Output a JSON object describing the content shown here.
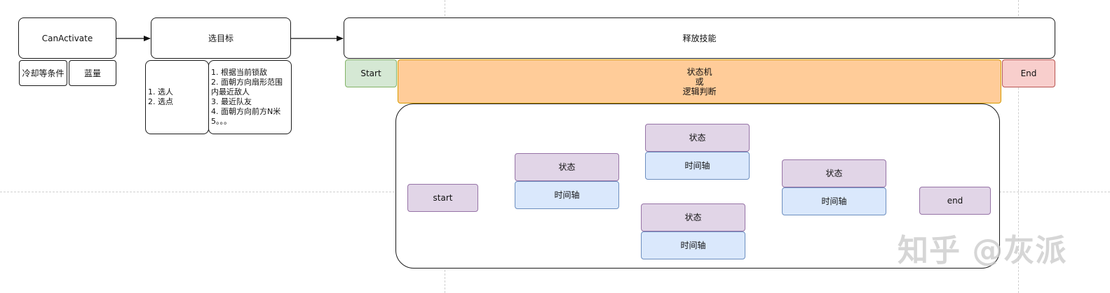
{
  "top_row": {
    "can_activate": "CanActivate",
    "cooldown": "冷却等条件",
    "mana": "蓝量",
    "select_target": "选目标",
    "release_skill": "释放技能"
  },
  "target_types": [
    "1. 选人",
    "2. 选点"
  ],
  "target_methods": [
    "1. 根据当前锁敌",
    "2. 面朝方向扇形范围内最近敌人",
    "3. 最近队友",
    "4. 面朝方向前方N米",
    "5。。。"
  ],
  "skill_bar": {
    "start": "Start",
    "logic": [
      "状态机",
      "或",
      "逻辑判断"
    ],
    "end": "End"
  },
  "state_machine": {
    "start": "start",
    "end": "end",
    "state_label": "状态",
    "timeline_label": "时间轴"
  },
  "watermark": "知乎 @灰派",
  "colors": {
    "green": "#d5e8d4",
    "red": "#f8cecc",
    "orange": "#ffcc99",
    "purple": "#e1d5e7",
    "blue": "#dae8fc"
  }
}
